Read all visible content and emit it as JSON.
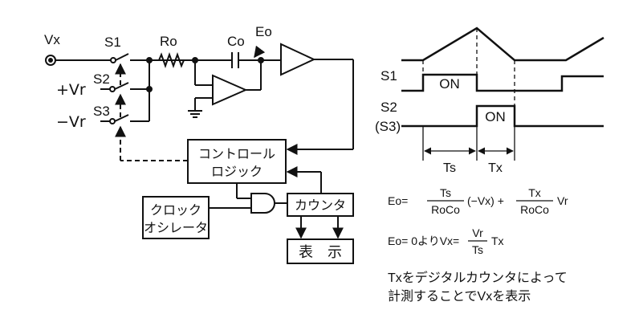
{
  "circuit": {
    "vx": "Vx",
    "s1": "S1",
    "s2": "S2",
    "s3": "S3",
    "plus_vr": "+Vr",
    "minus_vr": "−Vr",
    "ro": "Ro",
    "co": "Co",
    "eo": "Eo",
    "control_logic_line1": "コントロール",
    "control_logic_line2": "ロジック",
    "clock_line1": "クロック",
    "clock_line2": "オシレータ",
    "counter": "カウンタ",
    "display": "表　示"
  },
  "timing": {
    "s1": "S1",
    "s2": "S2",
    "s3": "(S3)",
    "on1": "ON",
    "on2": "ON",
    "ts": "Ts",
    "tx": "Tx"
  },
  "equations": {
    "eq1_lhs": "Eo=",
    "eq1_f1_num": "Ts",
    "eq1_f1_den": "RoCo",
    "eq1_mid": "(−Vx) +",
    "eq1_f2_num": "Tx",
    "eq1_f2_den": "RoCo",
    "eq1_tail": "Vr",
    "eq2_lhs": "Eo= 0よりVx=",
    "eq2_f_num": "Vr",
    "eq2_f_den": "Ts",
    "eq2_tail": "Tx"
  },
  "caption": {
    "line1": "Txをデジタルカウンタによって",
    "line2": "計測することでVxを表示"
  }
}
